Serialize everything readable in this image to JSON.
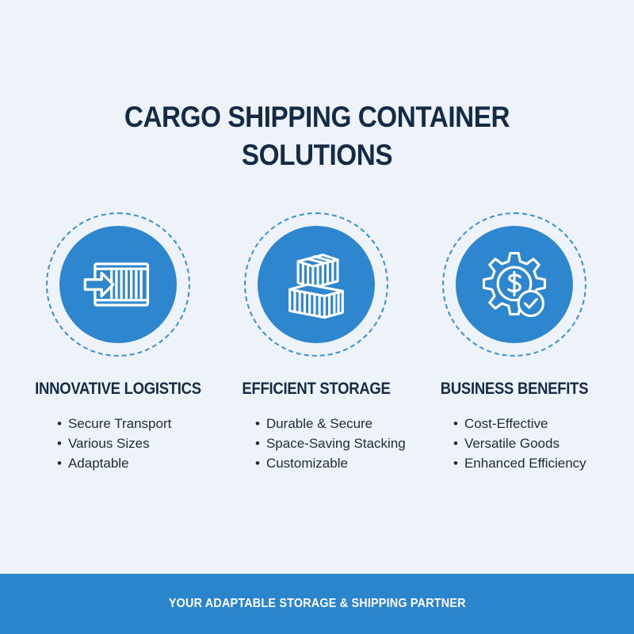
{
  "title": {
    "line1": "CARGO SHIPPING CONTAINER",
    "line2": "SOLUTIONS"
  },
  "features": [
    {
      "icon": "container-arrow-icon",
      "title": "INNOVATIVE LOGISTICS",
      "points": [
        "Secure Transport",
        "Various Sizes",
        "Adaptable"
      ]
    },
    {
      "icon": "stacked-containers-icon",
      "title": "EFFICIENT STORAGE",
      "points": [
        "Durable & Secure",
        "Space-Saving Stacking",
        "Customizable"
      ]
    },
    {
      "icon": "gear-dollar-check-icon",
      "title": "BUSINESS BENEFITS",
      "points": [
        "Cost-Effective",
        "Versatile Goods",
        "Enhanced Efficiency"
      ]
    }
  ],
  "footer": {
    "tagline": "YOUR ADAPTABLE STORAGE & SHIPPING PARTNER"
  },
  "colors": {
    "background": "#eef3f9",
    "accent_blue": "#2e86cf",
    "heading": "#142a45"
  }
}
